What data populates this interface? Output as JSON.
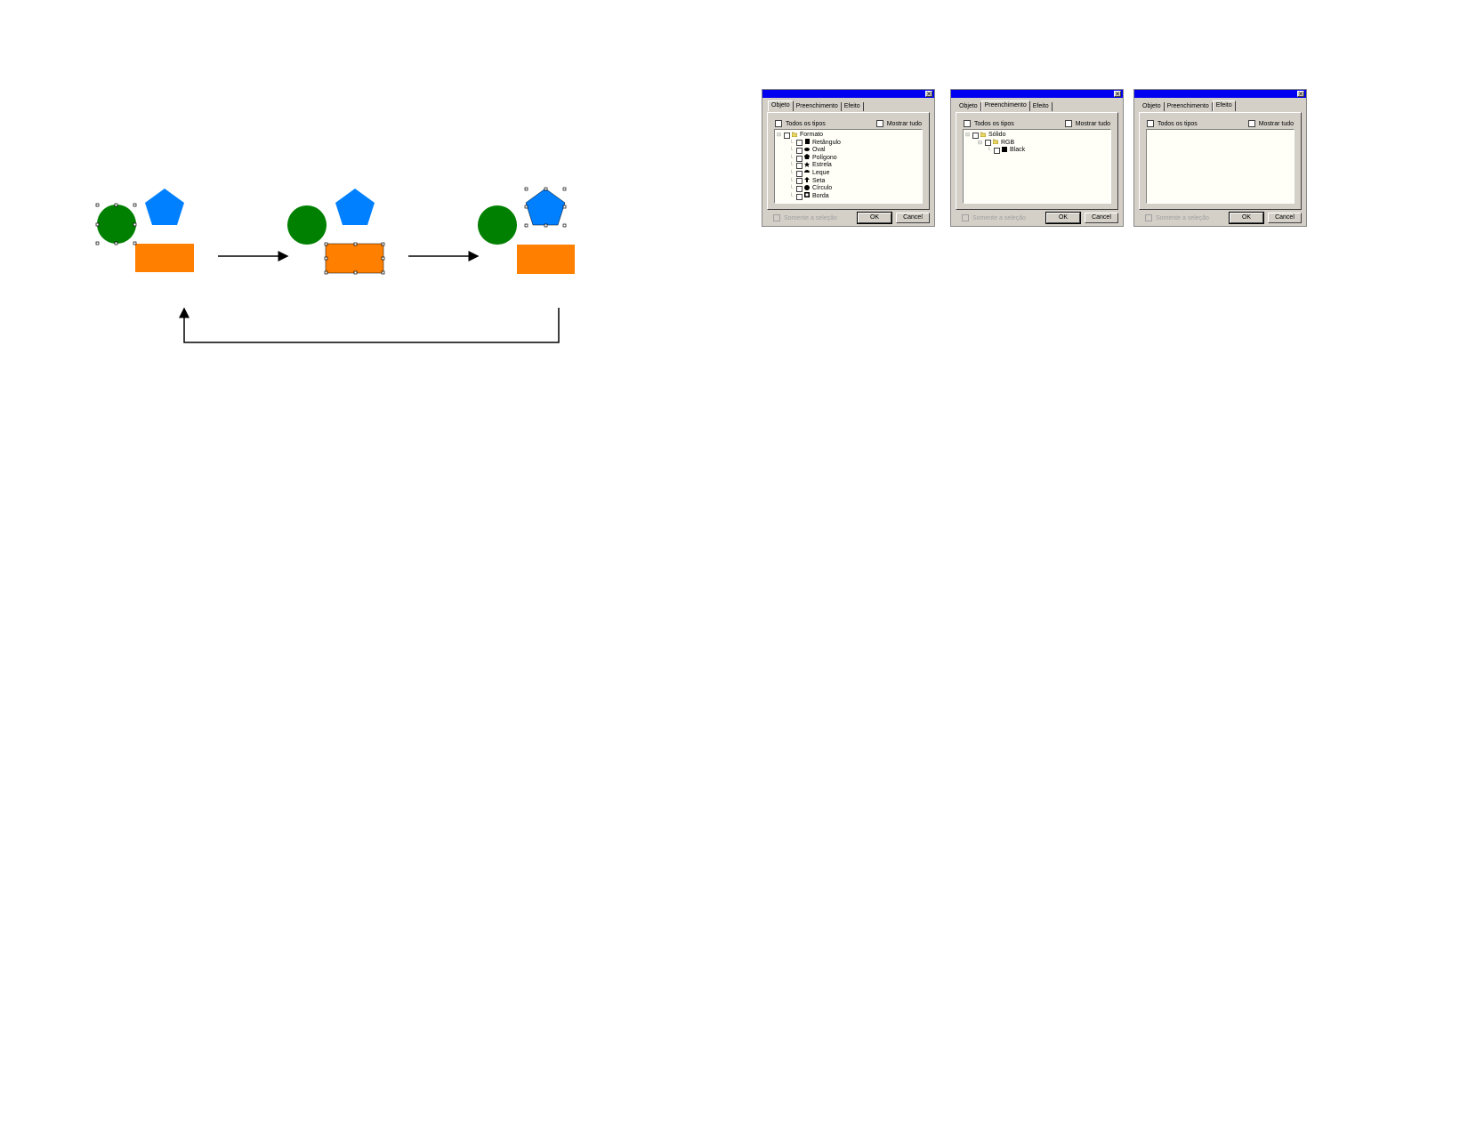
{
  "colors": {
    "green": "#008000",
    "blue": "#0080ff",
    "orange": "#ff8000",
    "titlebar": "#0000f0"
  },
  "dialogs": [
    {
      "tabs": [
        "Objeto",
        "Preenchimento",
        "Efeito"
      ],
      "active": 0,
      "all_types": "Todos os tipos",
      "show_all": "Mostrar tudo",
      "only_selection": "Somente a seleção",
      "ok": "OK",
      "cancel": "Cancel",
      "tree": [
        {
          "label": "Formato",
          "level": 0,
          "icon": "folder-icon"
        },
        {
          "label": "Retângulo",
          "level": 1,
          "icon": "rectangle-icon"
        },
        {
          "label": "Oval",
          "level": 1,
          "icon": "oval-icon"
        },
        {
          "label": "Polígono",
          "level": 1,
          "icon": "polygon-icon"
        },
        {
          "label": "Estrela",
          "level": 1,
          "icon": "star-icon"
        },
        {
          "label": "Leque",
          "level": 1,
          "icon": "fan-icon"
        },
        {
          "label": "Seta",
          "level": 1,
          "icon": "arrow-icon"
        },
        {
          "label": "Círculo",
          "level": 1,
          "icon": "circle-icon"
        },
        {
          "label": "Borda",
          "level": 1,
          "icon": "border-icon"
        }
      ]
    },
    {
      "tabs": [
        "Objeto",
        "Preenchimento",
        "Efeito"
      ],
      "active": 1,
      "all_types": "Todos os tipos",
      "show_all": "Mostrar tudo",
      "only_selection": "Somente a seleção",
      "ok": "OK",
      "cancel": "Cancel",
      "tree": [
        {
          "label": "Sólido",
          "level": 0,
          "icon": "folder-icon"
        },
        {
          "label": "RGB",
          "level": 1,
          "icon": "folder-icon"
        },
        {
          "label": "Black",
          "level": 2,
          "icon": "color-swatch-icon"
        }
      ]
    },
    {
      "tabs": [
        "Objeto",
        "Preenchimento",
        "Efeito"
      ],
      "active": 2,
      "all_types": "Todos os tipos",
      "show_all": "Mostrar tudo",
      "only_selection": "Somente a seleção",
      "ok": "OK",
      "cancel": "Cancel",
      "tree": []
    }
  ]
}
